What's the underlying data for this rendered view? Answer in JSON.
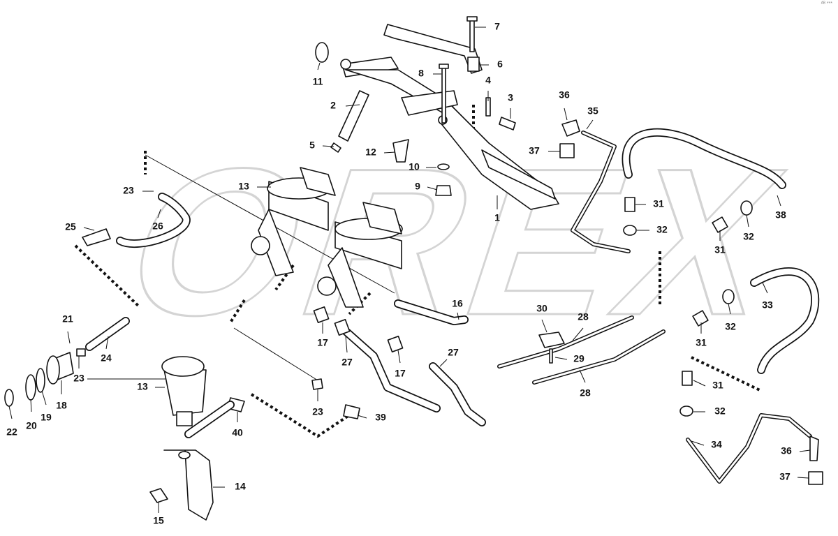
{
  "corner_mark": "ᴬᴮ ***",
  "watermark": "OREX",
  "callouts": [
    {
      "label": "1"
    },
    {
      "label": "2"
    },
    {
      "label": "3"
    },
    {
      "label": "4"
    },
    {
      "label": "5"
    },
    {
      "label": "6"
    },
    {
      "label": "7"
    },
    {
      "label": "8"
    },
    {
      "label": "9"
    },
    {
      "label": "10"
    },
    {
      "label": "11"
    },
    {
      "label": "12"
    },
    {
      "label": "13"
    },
    {
      "label": "13"
    },
    {
      "label": "14"
    },
    {
      "label": "15"
    },
    {
      "label": "16"
    },
    {
      "label": "17"
    },
    {
      "label": "17"
    },
    {
      "label": "18"
    },
    {
      "label": "19"
    },
    {
      "label": "20"
    },
    {
      "label": "21"
    },
    {
      "label": "22"
    },
    {
      "label": "23"
    },
    {
      "label": "23"
    },
    {
      "label": "23"
    },
    {
      "label": "24"
    },
    {
      "label": "25"
    },
    {
      "label": "26"
    },
    {
      "label": "27"
    },
    {
      "label": "27"
    },
    {
      "label": "28"
    },
    {
      "label": "28"
    },
    {
      "label": "29"
    },
    {
      "label": "30"
    },
    {
      "label": "31"
    },
    {
      "label": "31"
    },
    {
      "label": "31"
    },
    {
      "label": "31"
    },
    {
      "label": "32"
    },
    {
      "label": "32"
    },
    {
      "label": "32"
    },
    {
      "label": "32"
    },
    {
      "label": "33"
    },
    {
      "label": "34"
    },
    {
      "label": "35"
    },
    {
      "label": "36"
    },
    {
      "label": "36"
    },
    {
      "label": "37"
    },
    {
      "label": "37"
    },
    {
      "label": "38"
    },
    {
      "label": "39"
    },
    {
      "label": "40"
    }
  ]
}
